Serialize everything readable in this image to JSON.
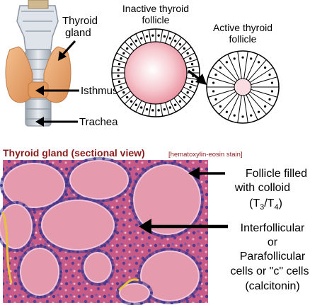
{
  "top": {
    "label_thyroid_gland_line1": "Thyroid",
    "label_thyroid_gland_line2": "gland",
    "label_isthmus": "Isthmus",
    "label_trachea": "Trachea",
    "label_inactive_line1": "Inactive thyroid",
    "label_inactive_line2": "follicle",
    "label_active_line1": "Active thyroid",
    "label_active_line2": "follicle"
  },
  "micrograph": {
    "title": "Thyroid gland (sectional view)",
    "stain_note": "[hematoxylin-eosin stain]",
    "follicle_label_line1": "Follicle filled",
    "follicle_label_line2": "with colloid",
    "follicle_label_line3_prefix": "(T",
    "follicle_label_sub1": "3",
    "follicle_label_mid": "/T",
    "follicle_label_sub2": "4",
    "follicle_label_suffix": ")",
    "cells_label_line1": "Interfollicular",
    "cells_label_line2": "or",
    "cells_label_line3": "Parafollicular",
    "cells_label_line4": "cells or \"c\" cells",
    "cells_label_line5": "(calcitonin)"
  },
  "colors": {
    "title_red": "#8b1a1a",
    "colloid_pink": "#e88a9a",
    "thyroid_orange": "#e7a46a",
    "tissue_bg": "#c75a86"
  }
}
